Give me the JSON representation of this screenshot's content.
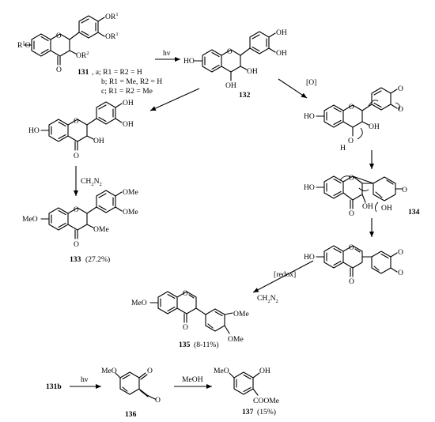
{
  "compounds": {
    "c131": {
      "label": "131",
      "variants": ", a; R1 = R2 = H",
      "variant_b": "b; R1 = Me, R2 = H",
      "variant_c": "c; R1 = R2 = Me",
      "sub_r1_a": "R",
      "sub_r1_b": "O",
      "sub_or1_top": "OR",
      "sub_or1_mid": "OR",
      "sub_or2": "OR",
      "sup1": "1",
      "sup2": "2",
      "carbonyl": "O"
    },
    "c132": {
      "label": "132",
      "atoms": {
        "o_ring": "O",
        "oh_left": "HO",
        "oh_top": "OH",
        "oh_right": "OH",
        "oh_bottom": "OH",
        "oh_c3": "OH"
      }
    },
    "c133": {
      "label": "133",
      "yield": "(27.2%)",
      "atoms": {
        "meo": "MeO",
        "o_ring": "O",
        "ome_1": "OMe",
        "ome_2": "OMe",
        "ome_3": "OMe",
        "carbonyl": "O"
      }
    },
    "c134": {
      "label": "134",
      "atoms": {
        "ho": "HO",
        "o_ring": "O",
        "carbonyl": "O",
        "oh_c3": "OH",
        "oh_ring": "OH",
        "o_right": "O"
      }
    },
    "c135": {
      "label": "135",
      "yield": "(8-11%)",
      "atoms": {
        "meo": "MeO",
        "o_ring": "O",
        "carbonyl": "O",
        "ome_1": "OMe",
        "ome_2": "OMe"
      }
    },
    "c136": {
      "label": "136",
      "atoms": {
        "meo": "MeO",
        "o_top": "O",
        "o_ketene": "O"
      }
    },
    "c137": {
      "label": "137",
      "yield": "(15%)",
      "atoms": {
        "meo": "MeO",
        "oh": "OH",
        "ester": "COOMe"
      }
    },
    "flavanone_mid": {
      "atoms": {
        "ho": "HO",
        "o_ring": "O",
        "oh_top": "OH",
        "oh_right": "OH",
        "oh_c3": "OH",
        "carbonyl": "O"
      }
    },
    "quinone_methide": {
      "atoms": {
        "ho": "HO",
        "o_ring": "O",
        "oh_c3": "OH",
        "h": "H",
        "o_minus": "O",
        "o_q1": "O",
        "o_q2": "O"
      }
    },
    "isoflavone_quinone": {
      "atoms": {
        "ho": "HO",
        "o_ring": "O",
        "carbonyl": "O",
        "o_q1": "O",
        "o_q2": "O"
      }
    }
  },
  "reagents": {
    "hv1": "hv",
    "oxidation": "[O]",
    "ch2n2_1": "CH",
    "ch2n2_1_sub": "2",
    "ch2n2_1_n": "N",
    "ch2n2_1_sub2": "2",
    "redox": "[redox]",
    "ch2n2_2": "CH",
    "ch2n2_2_sub": "2",
    "ch2n2_2_n": "N",
    "ch2n2_2_sub2": "2",
    "start_131b": "131b",
    "hv2": "hv",
    "meoh": "MeOH"
  }
}
